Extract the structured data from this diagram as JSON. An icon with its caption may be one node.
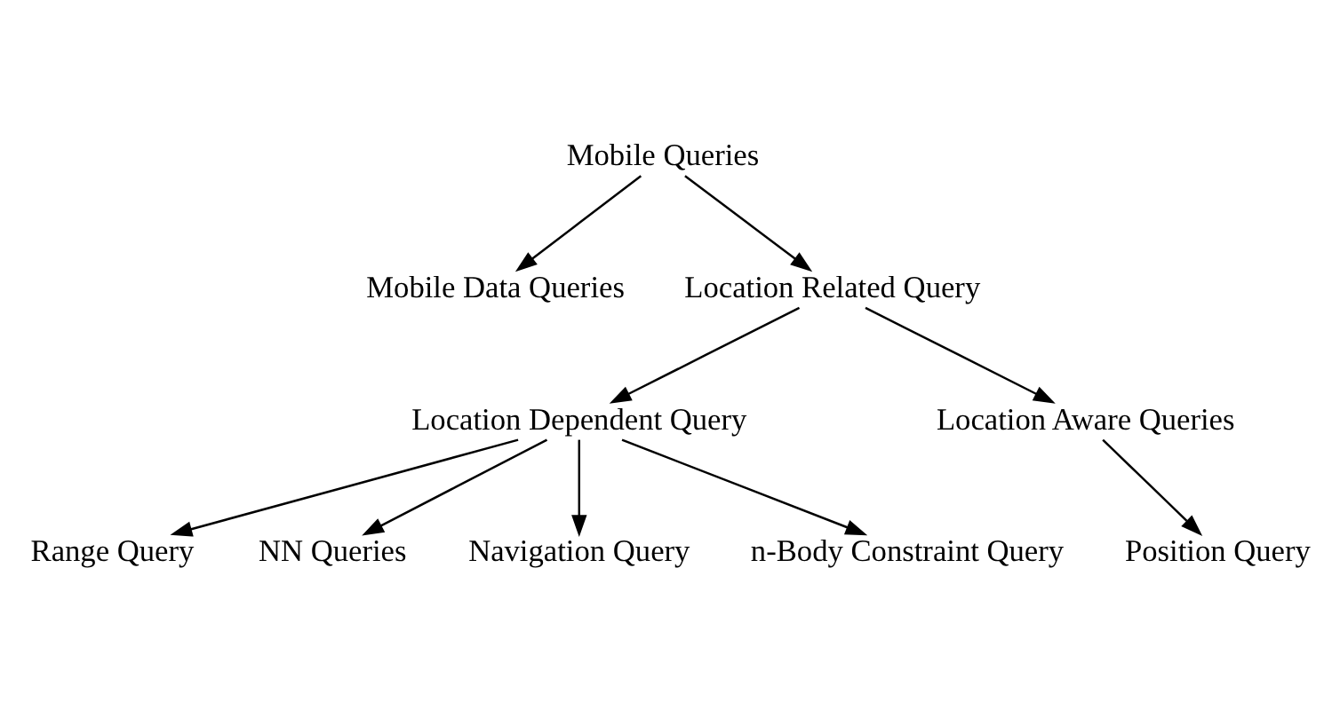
{
  "diagram": {
    "nodes": [
      {
        "text": [
          "Mobile Queries"
        ]
      },
      {
        "text": [
          "Mobile Data Queries"
        ]
      },
      {
        "text": [
          "Location Related Query"
        ]
      },
      {
        "text": [
          "Location Dependent Query"
        ]
      },
      {
        "text": [
          "Location Aware Queries"
        ]
      },
      {
        "text": [
          "Range Query"
        ]
      },
      {
        "text": [
          "NN Queries"
        ]
      },
      {
        "text": [
          "Navigation Query"
        ]
      },
      {
        "text": [
          "n-Body Constraint Query"
        ]
      },
      {
        "text": [
          "Position Query"
        ]
      }
    ],
    "edges": [
      {
        "from": 0,
        "to": 1,
        "arrow": "to"
      },
      {
        "from": 0,
        "to": 2,
        "arrow": "to"
      },
      {
        "from": 2,
        "to": 3,
        "arrow": "to"
      },
      {
        "from": 2,
        "to": 4,
        "arrow": "to"
      },
      {
        "from": 3,
        "to": 5,
        "arrow": "to"
      },
      {
        "from": 3,
        "to": 6,
        "arrow": "to"
      },
      {
        "from": 3,
        "to": 7,
        "arrow": "to"
      },
      {
        "from": 3,
        "to": 8,
        "arrow": "to"
      },
      {
        "from": 4,
        "to": 9,
        "arrow": "to"
      }
    ]
  }
}
